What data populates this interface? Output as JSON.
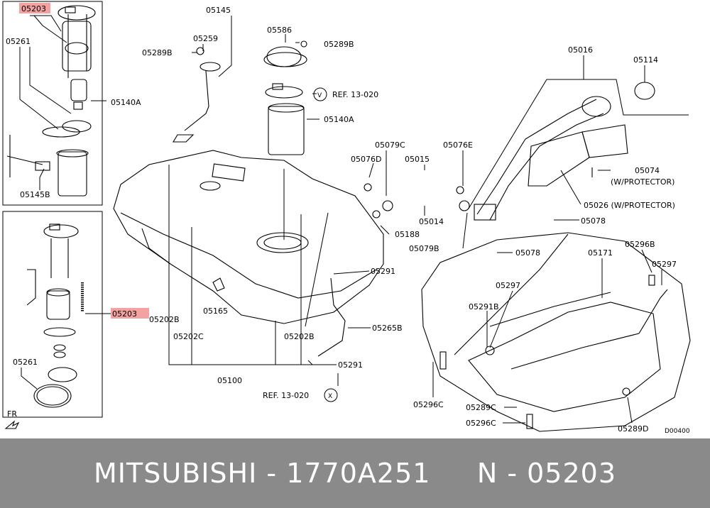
{
  "diagram": {
    "highlight_color": "#f08a8a",
    "labels": {
      "l05203_top": "05203",
      "l05261_top": "05261",
      "l05140A_left": "05140A",
      "l05145B": "05145B",
      "l05203_mid": "05203",
      "l05261_bot": "05261",
      "fr": "FR",
      "l05145": "05145",
      "l05259": "05259",
      "l05289B_a": "05289B",
      "l05586": "05586",
      "l05289B_b": "05289B",
      "ref13020_v": "REF. 13-020",
      "circle_v": "V",
      "l05140A_right": "05140A",
      "l05079C": "05079C",
      "l05076D": "05076D",
      "l05015": "05015",
      "l05076E": "05076E",
      "l05014": "05014",
      "l05188": "05188",
      "l05079B": "05079B",
      "l05291_a": "05291",
      "l05165": "05165",
      "l05202B_a": "05202B",
      "l05202C": "05202C",
      "l05202B_b": "05202B",
      "l05265B": "05265B",
      "l05100": "05100",
      "l05291_b": "05291",
      "ref13020_x": "REF. 13-020",
      "circle_x": "X",
      "l05016": "05016",
      "l05114": "05114",
      "l05074": "05074",
      "l05074_note": "(W/PROTECTOR)",
      "l05026": "05026 (W/PROTECTOR)",
      "l05078_a": "05078",
      "l05078_b": "05078",
      "l05171": "05171",
      "l05296B": "05296B",
      "l05297_a": "05297",
      "l05297_b": "05297",
      "l05291B": "05291B",
      "l05296C_a": "05296C",
      "l05289C": "05289C",
      "l05296C_b": "05296C",
      "l05289D": "05289D",
      "d00400": "D00400"
    }
  },
  "footer": {
    "text": "MITSUBISHI - 1770A251     N - 05203",
    "background": "#8a8a8a"
  }
}
